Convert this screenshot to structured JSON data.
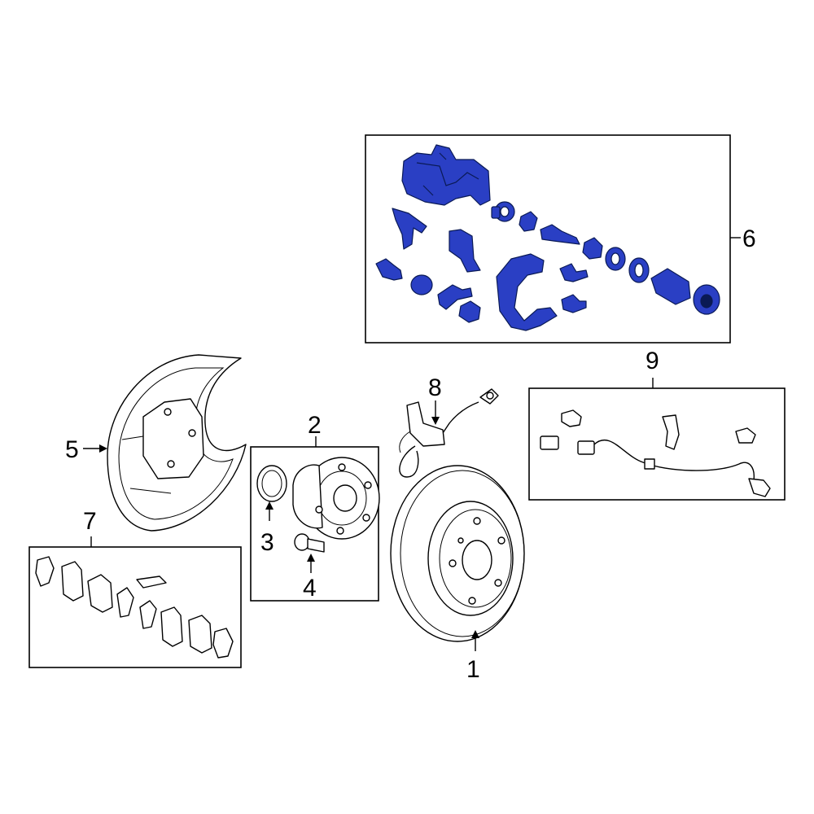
{
  "colors": {
    "highlight": "#2a3fc4",
    "highlight_dark": "#0a1a55",
    "line": "#000000",
    "background": "#ffffff"
  },
  "callouts": [
    {
      "id": "1",
      "label": "1"
    },
    {
      "id": "2",
      "label": "2"
    },
    {
      "id": "3",
      "label": "3"
    },
    {
      "id": "4",
      "label": "4"
    },
    {
      "id": "5",
      "label": "5"
    },
    {
      "id": "6",
      "label": "6"
    },
    {
      "id": "7",
      "label": "7"
    },
    {
      "id": "8",
      "label": "8"
    },
    {
      "id": "9",
      "label": "9"
    }
  ],
  "parts": [
    {
      "callout": "1",
      "icon": "brake-rotor-icon",
      "highlighted": false
    },
    {
      "callout": "2",
      "icon": "hub-bearing-icon",
      "highlighted": false
    },
    {
      "callout": "3",
      "icon": "snap-ring-icon",
      "highlighted": false
    },
    {
      "callout": "4",
      "icon": "wheel-stud-icon",
      "highlighted": false
    },
    {
      "callout": "5",
      "icon": "splash-shield-icon",
      "highlighted": false
    },
    {
      "callout": "6",
      "icon": "caliper-assembly-icon",
      "highlighted": true
    },
    {
      "callout": "7",
      "icon": "brake-pad-set-icon",
      "highlighted": false
    },
    {
      "callout": "8",
      "icon": "brake-hose-icon",
      "highlighted": false
    },
    {
      "callout": "9",
      "icon": "abs-sensor-icon",
      "highlighted": false
    }
  ]
}
